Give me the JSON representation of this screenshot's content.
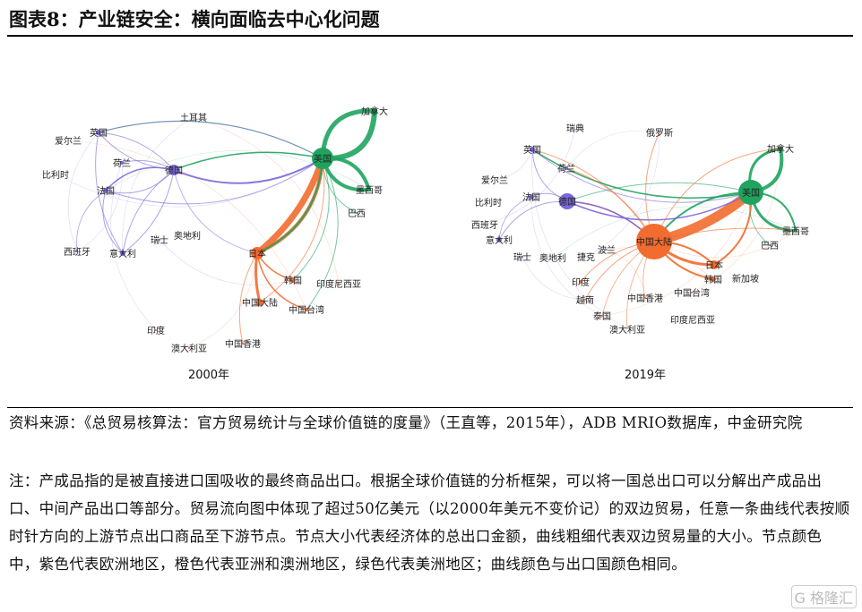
{
  "title": "图表8：产业链安全：横向面临去中心化问题",
  "charts": [
    {
      "caption": "2000年",
      "nodes": [
        "美国",
        "加拿大",
        "墨西哥",
        "巴西",
        "日本",
        "韩国",
        "印度尼西亚",
        "中国大陆",
        "中国台湾",
        "印度",
        "澳大利亚",
        "中国香港",
        "英国",
        "爱尔兰",
        "荷兰",
        "德国",
        "比利时",
        "法国",
        "西班牙",
        "意大利",
        "瑞士",
        "奥地利",
        "土耳其"
      ]
    },
    {
      "caption": "2019年",
      "nodes": [
        "美国",
        "加拿大",
        "墨西哥",
        "巴西",
        "中国大陆",
        "日本",
        "韩国",
        "新加坡",
        "中国台湾",
        "印度尼西亚",
        "中国香港",
        "澳大利亚",
        "泰国",
        "越南",
        "印度",
        "波兰",
        "捷克",
        "奥地利",
        "瑞士",
        "意大利",
        "西班牙",
        "比利时",
        "法国",
        "德国",
        "爱尔兰",
        "荷兰",
        "英国",
        "瑞典",
        "俄罗斯"
      ]
    }
  ],
  "colors": {
    "europe": "#7b68d9",
    "asia": "#f26b2f",
    "america": "#1fa45f"
  },
  "source": "资料来源：《总贸易核算法：官方贸易统计与全球价值链的度量》（王直等，2015年），ADB MRIO数据库，中金研究院",
  "note": "注：产成品指的是被直接进口国吸收的最终商品出口。根据全球价值链的分析框架，可以将一国总出口可以分解出产成品出口、中间产品出口等部分。贸易流向图中体现了超过50亿美元（以2000年美元不变价记）的双边贸易，任意一条曲线代表按顺时针方向的上游节点出口商品至下游节点。节点大小代表经济体的总出口金额，曲线粗细代表双边贸易量的大小。节点颜色中，紫色代表欧洲地区，橙色代表亚洲和澳洲地区，绿色代表美洲地区；曲线颜色与出口国颜色相同。",
  "watermark": "格隆汇"
}
